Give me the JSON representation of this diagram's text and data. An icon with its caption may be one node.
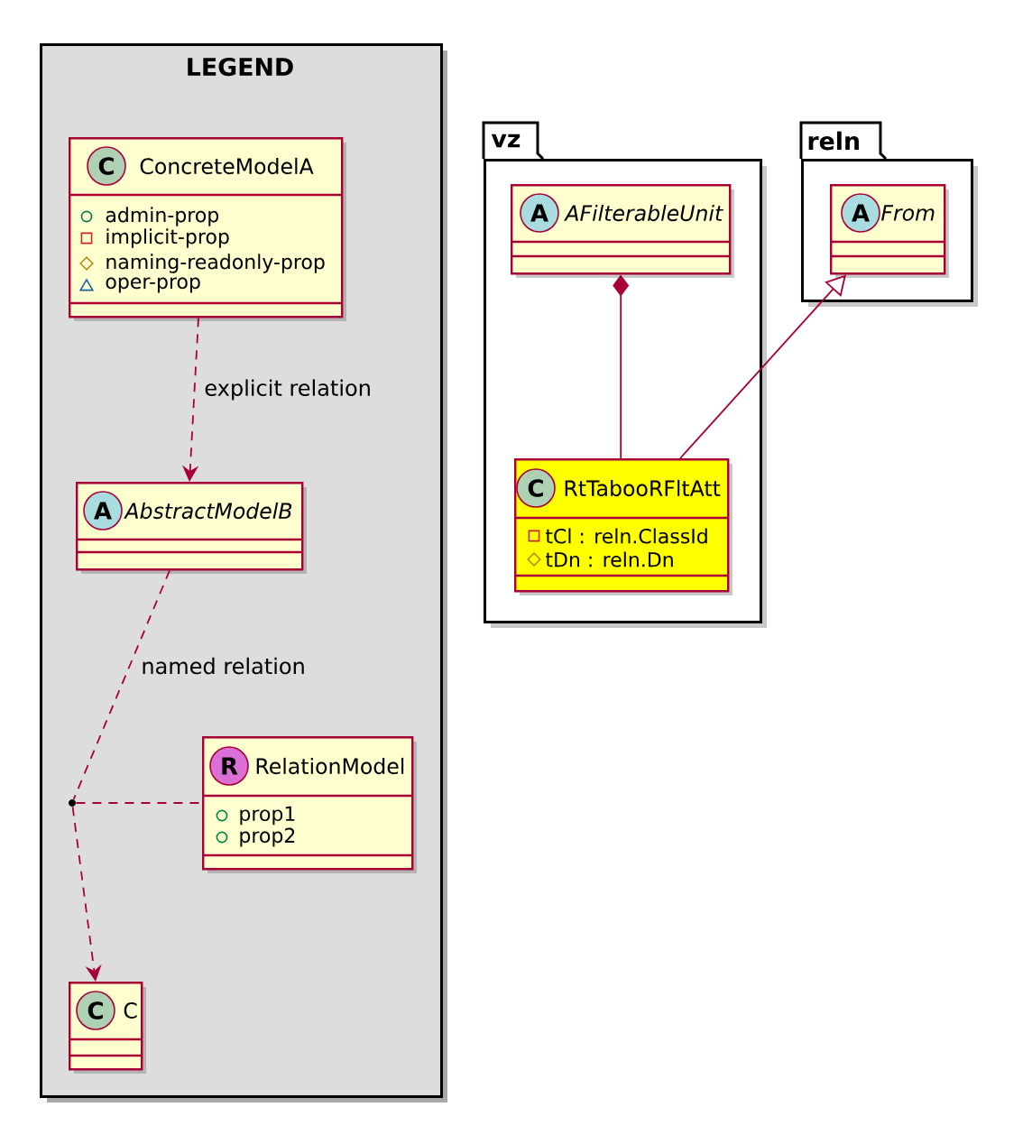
{
  "diagram": {
    "nodes": [
      {
        "text": [
          "LEGEND"
        ]
      },
      {
        "text": [
          "C",
          "ConcreteModelA",
          "admin-prop",
          "implicit-prop",
          "naming-readonly-prop",
          "oper-prop"
        ],
        "in": 0
      },
      {
        "text": [
          "A",
          "AbstractModelB"
        ],
        "in": 0
      },
      {
        "text": [],
        "shape": "circle",
        "in": 0
      },
      {
        "text": [
          "R",
          "RelationModel",
          "prop1",
          "prop2"
        ],
        "in": 0
      },
      {
        "text": [
          "C",
          "C"
        ],
        "in": 0
      },
      {
        "text": [
          "vz"
        ]
      },
      {
        "text": [
          "A",
          "AFilterableUnit"
        ],
        "in": 6
      },
      {
        "text": [
          "C",
          "RtTabooRFltAtt",
          "tCl : reln.ClassId",
          "tDn : reln.Dn"
        ],
        "in": 6
      },
      {
        "text": [
          "reln"
        ]
      },
      {
        "text": [
          "A",
          "From"
        ],
        "in": 9
      }
    ],
    "edges": [
      {
        "from": 1,
        "to": 2,
        "arrow": "to",
        "style": "dashed",
        "label": "explicit relation"
      },
      {
        "from": 2,
        "to": 3,
        "arrow": "none",
        "style": "dashed",
        "label": "named relation"
      },
      {
        "from": 3,
        "to": 5,
        "arrow": "to",
        "style": "dashed"
      },
      {
        "from": 3,
        "to": 4,
        "arrow": "none",
        "style": "dashed"
      },
      {
        "from": 7,
        "to": 8,
        "arrow": "other"
      },
      {
        "from": 8,
        "to": 10,
        "arrow": "to"
      }
    ]
  }
}
